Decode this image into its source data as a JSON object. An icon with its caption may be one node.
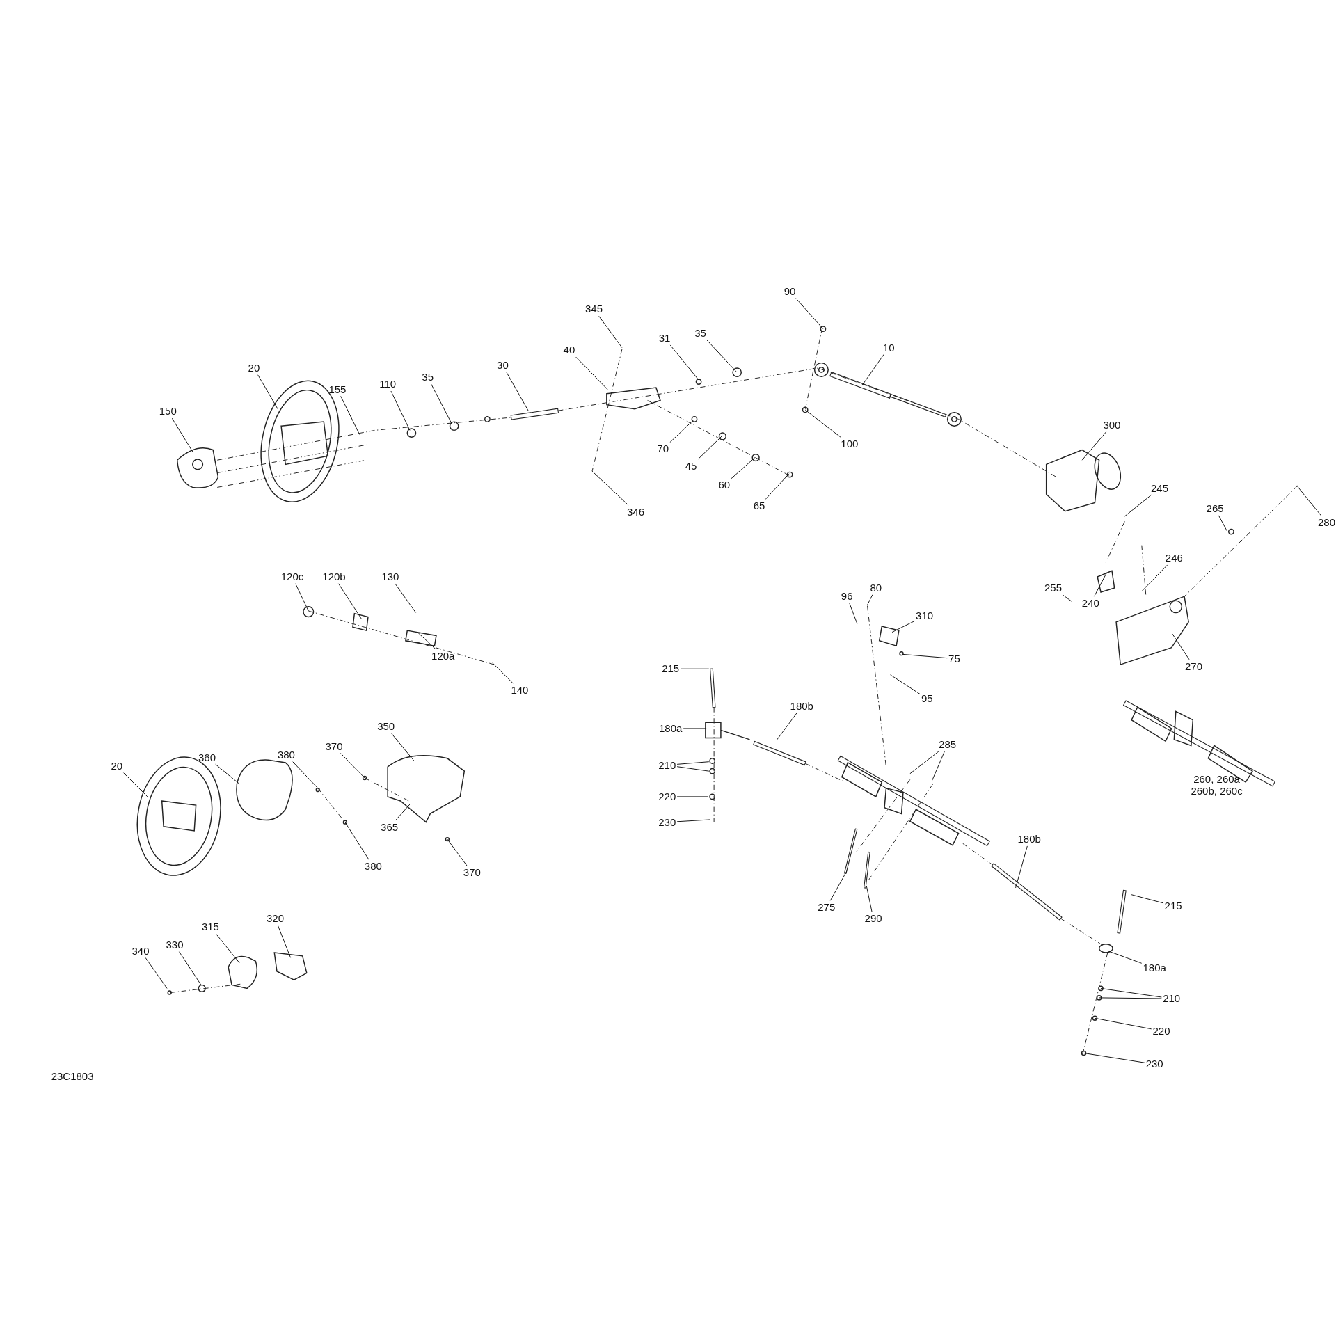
{
  "diagram": {
    "nodes": [
      {
        "text": [
          "345"
        ]
      },
      {
        "text": [
          "31"
        ]
      },
      {
        "text": [
          "35"
        ]
      },
      {
        "text": [
          "40"
        ]
      },
      {
        "text": [
          "90"
        ]
      },
      {
        "text": [
          "10"
        ]
      },
      {
        "text": [
          "20"
        ]
      },
      {
        "text": [
          "155"
        ]
      },
      {
        "text": [
          "110"
        ]
      },
      {
        "text": [
          "35"
        ]
      },
      {
        "text": [
          "30"
        ]
      },
      {
        "text": [
          "150"
        ]
      },
      {
        "text": [
          "300"
        ]
      },
      {
        "text": [
          "70"
        ]
      },
      {
        "text": [
          "45"
        ]
      },
      {
        "text": [
          "100"
        ]
      },
      {
        "text": [
          "60"
        ]
      },
      {
        "text": [
          "65"
        ]
      },
      {
        "text": [
          "346"
        ]
      },
      {
        "text": [
          "245"
        ]
      },
      {
        "text": [
          "265"
        ]
      },
      {
        "text": [
          "280"
        ]
      },
      {
        "text": [
          "246"
        ]
      },
      {
        "text": [
          "255"
        ]
      },
      {
        "text": [
          "240"
        ]
      },
      {
        "text": [
          "120c"
        ]
      },
      {
        "text": [
          "120b"
        ]
      },
      {
        "text": [
          "130"
        ]
      },
      {
        "text": [
          "80"
        ]
      },
      {
        "text": [
          "96"
        ]
      },
      {
        "text": [
          "310"
        ]
      },
      {
        "text": [
          "75"
        ]
      },
      {
        "text": [
          "120a"
        ]
      },
      {
        "text": [
          "140"
        ]
      },
      {
        "text": [
          "95"
        ]
      },
      {
        "text": [
          "270"
        ]
      },
      {
        "text": [
          "215"
        ]
      },
      {
        "text": [
          "180b"
        ]
      },
      {
        "text": [
          "180a"
        ]
      },
      {
        "text": [
          "350"
        ]
      },
      {
        "text": [
          "285"
        ]
      },
      {
        "text": [
          "360"
        ]
      },
      {
        "text": [
          "380"
        ]
      },
      {
        "text": [
          "370"
        ]
      },
      {
        "text": [
          "20"
        ]
      },
      {
        "text": [
          "210"
        ]
      },
      {
        "text": [
          "220"
        ]
      },
      {
        "text": [
          "365"
        ]
      },
      {
        "text": [
          "230"
        ]
      },
      {
        "text": [
          "180b"
        ]
      },
      {
        "text": [
          "380"
        ]
      },
      {
        "text": [
          "370"
        ]
      },
      {
        "text": [
          "275"
        ]
      },
      {
        "text": [
          "290"
        ]
      },
      {
        "text": [
          "215"
        ]
      },
      {
        "text": [
          "320"
        ]
      },
      {
        "text": [
          "315"
        ]
      },
      {
        "text": [
          "330"
        ]
      },
      {
        "text": [
          "340"
        ]
      },
      {
        "text": [
          "180a"
        ]
      },
      {
        "text": [
          "210"
        ]
      },
      {
        "text": [
          "220"
        ]
      },
      {
        "text": [
          "230"
        ]
      }
    ],
    "edges": [
      {
        "from": 0,
        "to": null,
        "arrow": "none"
      },
      {
        "from": 1,
        "to": null,
        "arrow": "none"
      },
      {
        "from": 2,
        "to": null,
        "arrow": "none"
      },
      {
        "from": 3,
        "to": null,
        "arrow": "none"
      },
      {
        "from": 4,
        "to": null,
        "arrow": "none"
      },
      {
        "from": 5,
        "to": null,
        "arrow": "none"
      },
      {
        "from": 6,
        "to": null,
        "arrow": "none"
      },
      {
        "from": 7,
        "to": null,
        "arrow": "none"
      },
      {
        "from": 8,
        "to": null,
        "arrow": "none"
      },
      {
        "from": 9,
        "to": null,
        "arrow": "none"
      },
      {
        "from": 10,
        "to": null,
        "arrow": "none"
      },
      {
        "from": 11,
        "to": null,
        "arrow": "none"
      },
      {
        "from": 12,
        "to": null,
        "arrow": "none"
      },
      {
        "from": 13,
        "to": null,
        "arrow": "none"
      },
      {
        "from": 14,
        "to": null,
        "arrow": "none"
      },
      {
        "from": 15,
        "to": null,
        "arrow": "none"
      },
      {
        "from": 16,
        "to": null,
        "arrow": "none"
      },
      {
        "from": 17,
        "to": null,
        "arrow": "none"
      },
      {
        "from": 18,
        "to": null,
        "arrow": "none"
      },
      {
        "from": 19,
        "to": null,
        "arrow": "none"
      },
      {
        "from": 20,
        "to": null,
        "arrow": "none"
      },
      {
        "from": 21,
        "to": null,
        "arrow": "none"
      },
      {
        "from": 22,
        "to": null,
        "arrow": "none"
      },
      {
        "from": 23,
        "to": null,
        "arrow": "none"
      },
      {
        "from": 24,
        "to": null,
        "arrow": "none"
      },
      {
        "from": 25,
        "to": null,
        "arrow": "none"
      },
      {
        "from": 26,
        "to": null,
        "arrow": "none"
      },
      {
        "from": 27,
        "to": null,
        "arrow": "none"
      },
      {
        "from": 28,
        "to": null,
        "arrow": "none"
      },
      {
        "from": 29,
        "to": null,
        "arrow": "none"
      },
      {
        "from": 30,
        "to": null,
        "arrow": "none"
      },
      {
        "from": 31,
        "to": null,
        "arrow": "none"
      },
      {
        "from": 32,
        "to": null,
        "arrow": "none"
      },
      {
        "from": 33,
        "to": null,
        "arrow": "none"
      },
      {
        "from": 34,
        "to": null,
        "arrow": "none"
      },
      {
        "from": 35,
        "to": null,
        "arrow": "none"
      },
      {
        "from": 36,
        "to": null,
        "arrow": "none"
      },
      {
        "from": 37,
        "to": null,
        "arrow": "none"
      },
      {
        "from": 38,
        "to": null,
        "arrow": "none"
      },
      {
        "from": 39,
        "to": null,
        "arrow": "none"
      },
      {
        "from": 40,
        "to": null,
        "arrow": "none"
      },
      {
        "from": 40,
        "to": null,
        "arrow": "none"
      },
      {
        "from": 41,
        "to": null,
        "arrow": "none"
      },
      {
        "from": 42,
        "to": null,
        "arrow": "none"
      },
      {
        "from": 43,
        "to": null,
        "arrow": "none"
      },
      {
        "from": 44,
        "to": null,
        "arrow": "none"
      },
      {
        "from": 45,
        "to": null,
        "arrow": "none"
      },
      {
        "from": 45,
        "to": null,
        "arrow": "none"
      },
      {
        "from": 46,
        "to": null,
        "arrow": "none"
      },
      {
        "from": 47,
        "to": null,
        "arrow": "none"
      },
      {
        "from": 48,
        "to": null,
        "arrow": "none"
      },
      {
        "from": 49,
        "to": null,
        "arrow": "none"
      },
      {
        "from": 50,
        "to": null,
        "arrow": "none"
      },
      {
        "from": 51,
        "to": null,
        "arrow": "none"
      },
      {
        "from": 52,
        "to": null,
        "arrow": "none"
      },
      {
        "from": 53,
        "to": null,
        "arrow": "none"
      },
      {
        "from": 54,
        "to": null,
        "arrow": "none"
      },
      {
        "from": 55,
        "to": null,
        "arrow": "none"
      },
      {
        "from": 56,
        "to": null,
        "arrow": "none"
      },
      {
        "from": 57,
        "to": null,
        "arrow": "none"
      },
      {
        "from": 58,
        "to": null,
        "arrow": "none"
      },
      {
        "from": 59,
        "to": null,
        "arrow": "none"
      },
      {
        "from": 60,
        "to": null,
        "arrow": "none"
      },
      {
        "from": 60,
        "to": null,
        "arrow": "none"
      },
      {
        "from": 61,
        "to": null,
        "arrow": "none"
      },
      {
        "from": 62,
        "to": null,
        "arrow": "none"
      }
    ],
    "labels": [
      "260, 260a 260b, 260c",
      "23C1803"
    ]
  }
}
